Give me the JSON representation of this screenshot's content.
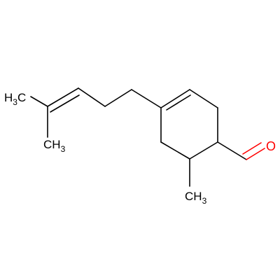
{
  "molecule": {
    "labels": {
      "ch3_top_left": {
        "main": "H",
        "sub": "3",
        "tail": "C"
      },
      "ch3_bottom_left": {
        "main": "CH",
        "sub": "3"
      },
      "ch3_ring": {
        "main": "CH",
        "sub": "3"
      },
      "oxygen": "O"
    },
    "colors": {
      "bond": "#000000",
      "oxygen": "#ff0000",
      "background": "#ffffff"
    }
  }
}
